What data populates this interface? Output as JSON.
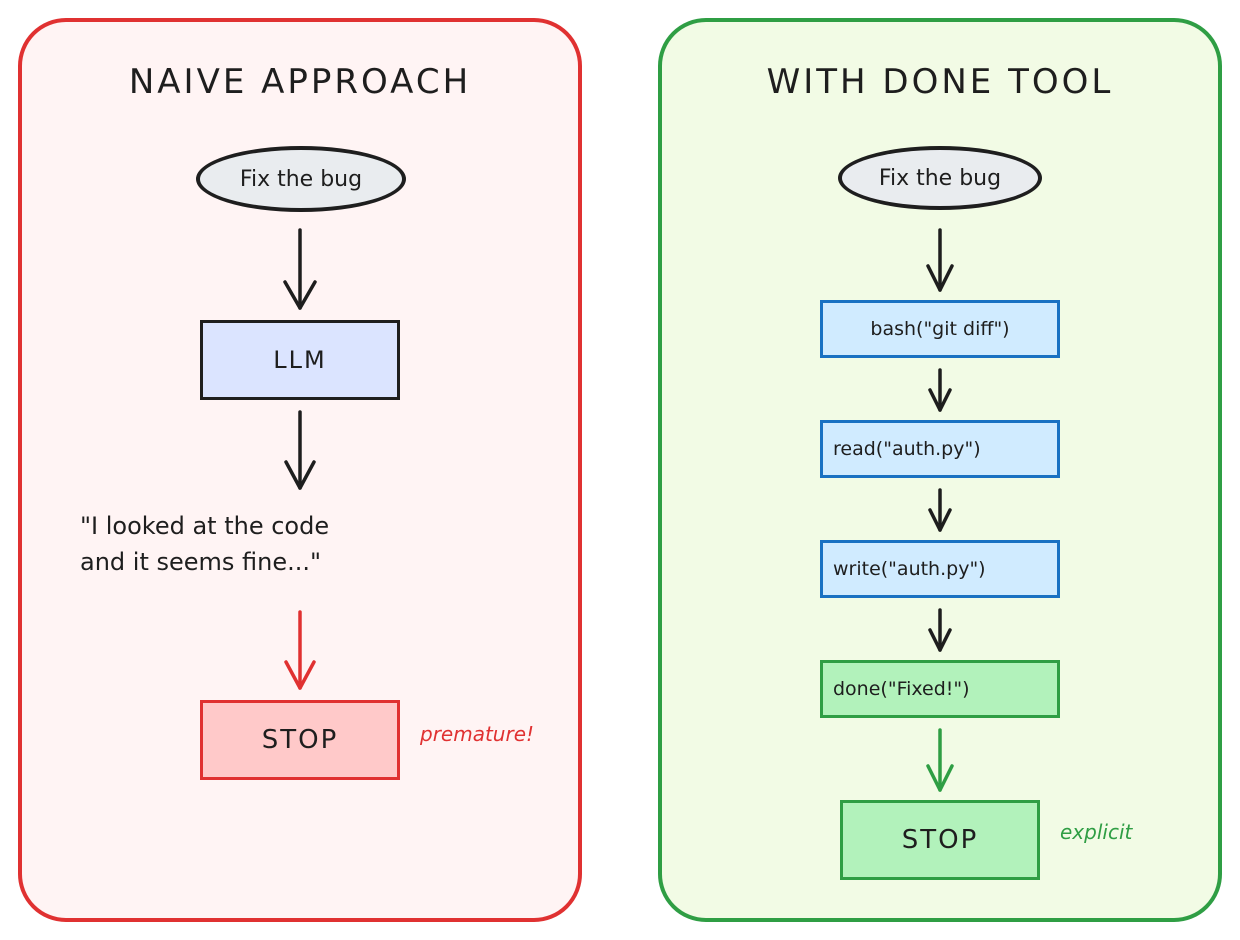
{
  "colors": {
    "left_border": "#e03131",
    "left_bg": "#fff4f4",
    "right_border": "#2f9e44",
    "right_bg": "#f2fbe5",
    "ellipse_bg": "#e9ecef",
    "llm_bg": "#dbe4ff",
    "tool_bg": "#d0ebff",
    "done_bg": "#b2f2bb",
    "stop_red_bg": "#ffc9c9",
    "stop_green_bg": "#b2f2bb",
    "arrow_dark": "#1e1e1e",
    "arrow_red": "#e03131",
    "arrow_green": "#2f9e44"
  },
  "left": {
    "title": "NAIVE APPROACH",
    "start": "Fix the bug",
    "model": "LLM",
    "quote_line1": "\"I looked at the code",
    "quote_line2": "and it seems fine...\"",
    "stop": "STOP",
    "note": "premature!"
  },
  "right": {
    "title": "WITH DONE TOOL",
    "start": "Fix the bug",
    "steps": [
      "bash(\"git diff\")",
      "read(\"auth.py\")",
      "write(\"auth.py\")",
      "done(\"Fixed!\")"
    ],
    "stop": "STOP",
    "note": "explicit"
  }
}
